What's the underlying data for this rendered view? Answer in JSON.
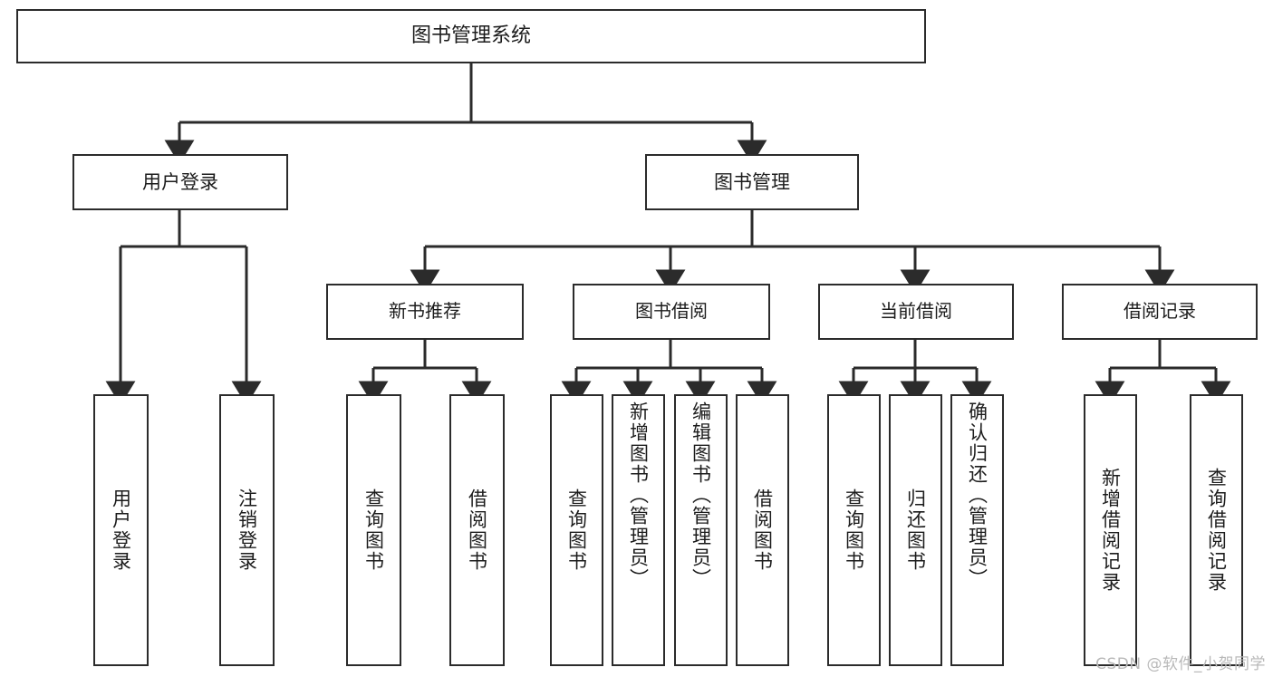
{
  "diagram": {
    "type": "tree-hierarchy-chart",
    "title": "图书管理系统",
    "colors": {
      "stroke": "#2b2b2b",
      "fill": "#ffffff",
      "text": "#1c1c1c",
      "watermark": "#b9b9b9"
    },
    "root": {
      "label": "图书管理系统"
    },
    "level2": [
      {
        "label": "用户登录"
      },
      {
        "label": "图书管理"
      }
    ],
    "level3": [
      {
        "label": "新书推荐"
      },
      {
        "label": "图书借阅"
      },
      {
        "label": "当前借阅"
      },
      {
        "label": "借阅记录"
      }
    ],
    "leaves": {
      "user_login": [
        {
          "label": "用户登录"
        },
        {
          "label": "注销登录"
        }
      ],
      "new_book_recommend": [
        {
          "label": "查询图书"
        },
        {
          "label": "借阅图书"
        }
      ],
      "book_borrow": [
        {
          "label": "查询图书"
        },
        {
          "label": "新增图书（管理员）"
        },
        {
          "label": "编辑图书（管理员）"
        },
        {
          "label": "借阅图书"
        }
      ],
      "current_borrow": [
        {
          "label": "查询图书"
        },
        {
          "label": "归还图书"
        },
        {
          "label": "确认归还（管理员）"
        }
      ],
      "borrow_record": [
        {
          "label": "新增借阅记录"
        },
        {
          "label": "查询借阅记录"
        }
      ]
    },
    "watermark": "CSDN @软件_小贺同学"
  }
}
